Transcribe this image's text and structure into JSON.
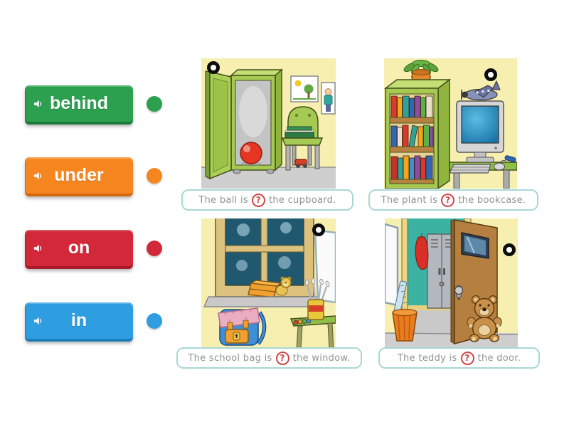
{
  "colors": {
    "page_bg": "#ffffff",
    "caption_border": "#a9d7d4",
    "caption_text": "#8f9494",
    "question_mark": "#cf4646",
    "marker_ring": "#0c0c0c"
  },
  "words": {
    "items": [
      {
        "label": "behind",
        "color": "#2ca04f",
        "color_dark": "#1d7a3a",
        "icon": "speaker-icon"
      },
      {
        "label": "under",
        "color": "#f6861f",
        "color_dark": "#d1690a",
        "icon": "speaker-icon"
      },
      {
        "label": "on",
        "color": "#d3283a",
        "color_dark": "#a81a29",
        "icon": "speaker-icon"
      },
      {
        "label": "in",
        "color": "#2f9ee0",
        "color_dark": "#1d7dba",
        "icon": "speaker-icon"
      }
    ]
  },
  "cards": {
    "items": [
      {
        "image": "cupboard-scene",
        "caption_before": "The ball is",
        "caption_mark": "?",
        "caption_after": "the cupboard."
      },
      {
        "image": "bookcase-scene",
        "caption_before": "The plant is",
        "caption_mark": "?",
        "caption_after": "the bookcase."
      },
      {
        "image": "window-scene",
        "caption_before": "The school bag is",
        "caption_mark": "?",
        "caption_after": "the window."
      },
      {
        "image": "door-scene",
        "caption_before": "The teddy is",
        "caption_mark": "?",
        "caption_after": "the door."
      }
    ]
  }
}
